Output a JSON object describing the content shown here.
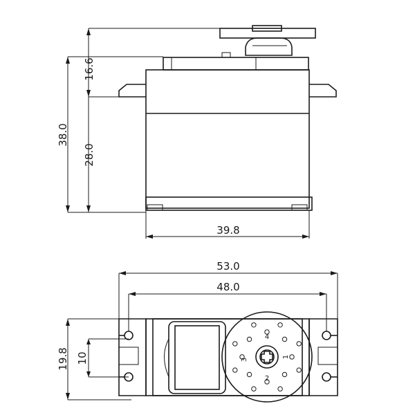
{
  "side_view": {
    "dim_total_height": "38.0",
    "dim_body_height": "28.0",
    "dim_top_height": "16.6",
    "dim_width": "39.8"
  },
  "bottom_view": {
    "dim_overall_width": "53.0",
    "dim_hole_spacing": "48.0",
    "dim_height": "19.8",
    "dim_slot_gap": "10",
    "horn_labels": [
      "4",
      "3",
      "1",
      "2"
    ]
  }
}
